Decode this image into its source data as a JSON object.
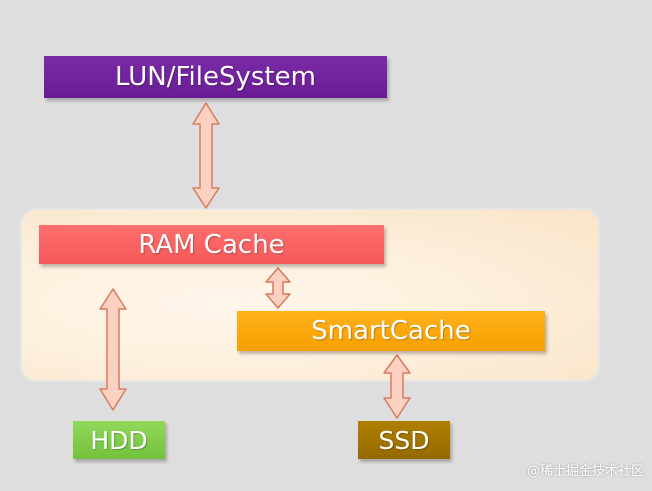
{
  "diagram": {
    "nodes": {
      "lun": {
        "label": "LUN/FileSystem",
        "color": "#6f209b"
      },
      "ram_cache": {
        "label": "RAM Cache",
        "color": "#f86262"
      },
      "smart_cache": {
        "label": "SmartCache",
        "color": "#fba80c"
      },
      "hdd": {
        "label": "HDD",
        "color": "#7fcc48"
      },
      "ssd": {
        "label": "SSD",
        "color": "#a07400"
      }
    },
    "edges": [
      {
        "from": "lun",
        "to": "ram_cache",
        "type": "bidirectional"
      },
      {
        "from": "ram_cache",
        "to": "smart_cache",
        "type": "bidirectional"
      },
      {
        "from": "ram_cache",
        "to": "hdd",
        "type": "bidirectional"
      },
      {
        "from": "smart_cache",
        "to": "ssd",
        "type": "bidirectional"
      }
    ],
    "arrow_fill": "#fbd2c2",
    "arrow_stroke": "#d97a5e",
    "panel_color": "#fdf0de"
  },
  "watermark": "@稀土掘金技术社区"
}
